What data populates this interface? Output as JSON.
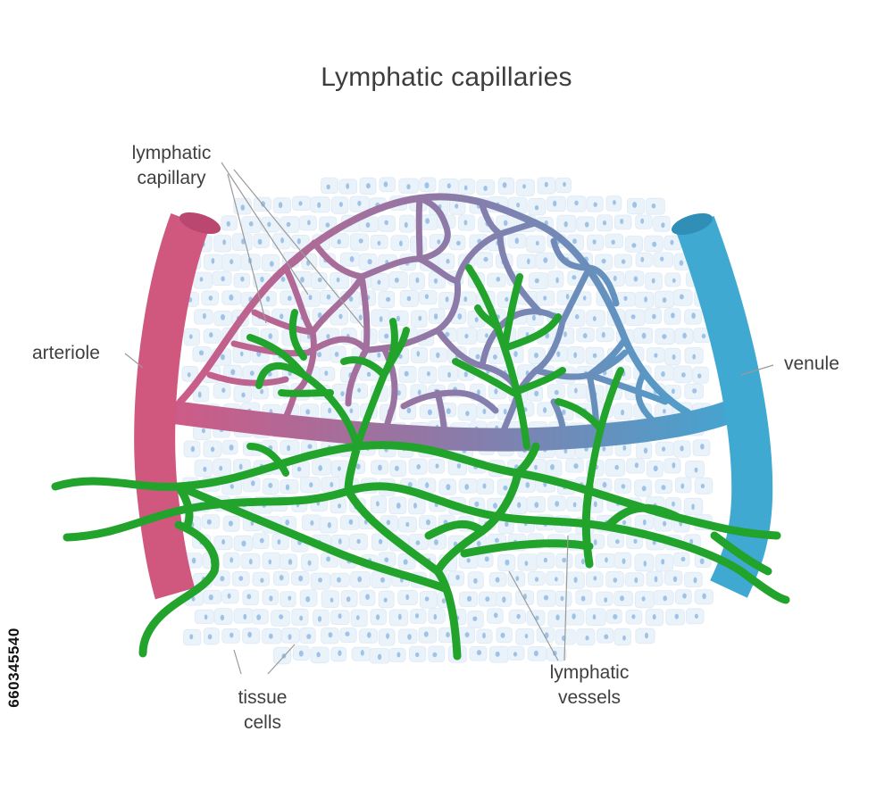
{
  "title": "Lymphatic capillaries",
  "labels": {
    "lymphatic_capillary_line1": "lymphatic",
    "lymphatic_capillary_line2": "capillary",
    "arteriole": "arteriole",
    "venule": "venule",
    "tissue_cells_line1": "tissue",
    "tissue_cells_line2": "cells",
    "lymphatic_vessels_line1": "lymphatic",
    "lymphatic_vessels_line2": "vessels"
  },
  "watermark_id": "660345540",
  "colors": {
    "arteriole": "#d0587f",
    "venule": "#3fa9d2",
    "capillary_mid": "#8c7aa8",
    "lymphatic": "#22a32b",
    "tissue_cell": "#eaf2fa",
    "nucleus": "#9fc3e6",
    "text": "#3f3f3f",
    "leader": "#9a9a9a"
  }
}
